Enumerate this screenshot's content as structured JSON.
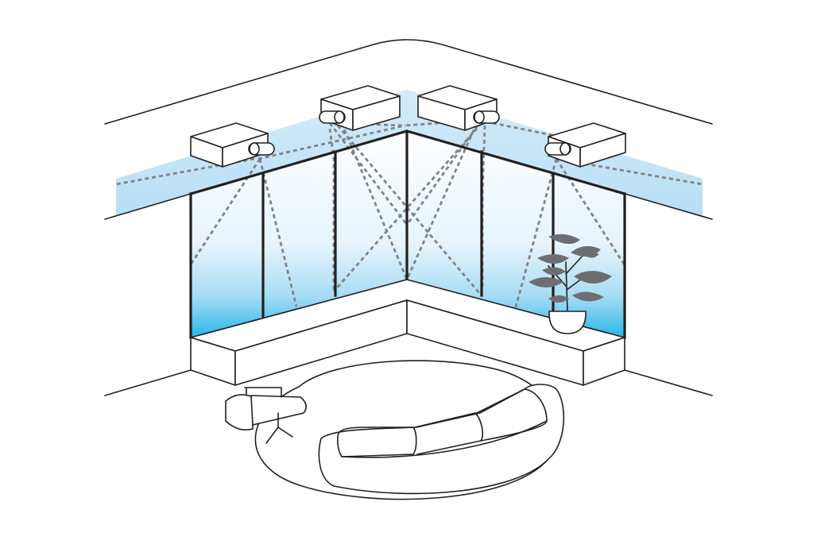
{
  "colors": {
    "line": "#231f20",
    "glass_light": "#ffffff",
    "glass_blue": "#27b6e8",
    "ceiling_band": "#c7e6f8",
    "light_beam": "#808285",
    "plant": "#6d6e71"
  },
  "projectors": [
    {
      "name": "projector-left-unit"
    },
    {
      "name": "projector-center-left-unit"
    },
    {
      "name": "projector-center-right-unit"
    },
    {
      "name": "projector-right-unit"
    }
  ]
}
